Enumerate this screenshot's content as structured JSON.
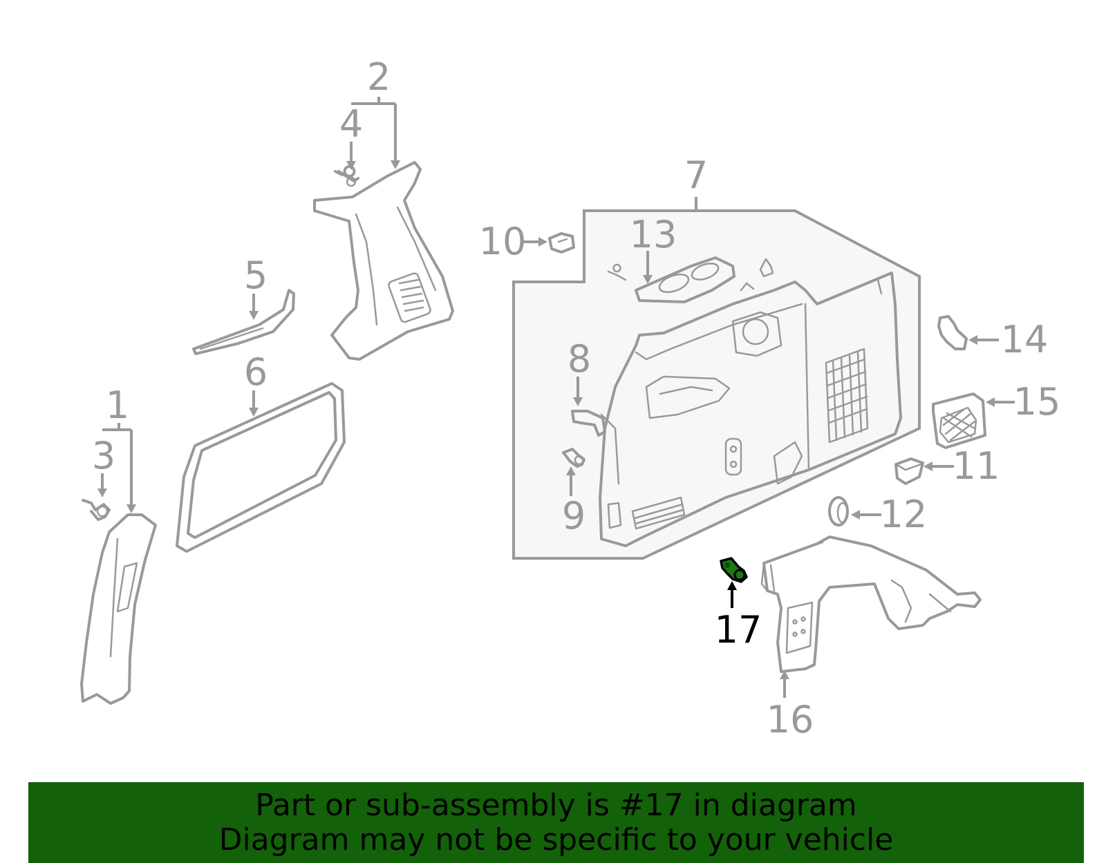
{
  "callouts": [
    {
      "id": "1",
      "label": "1"
    },
    {
      "id": "2",
      "label": "2"
    },
    {
      "id": "3",
      "label": "3"
    },
    {
      "id": "4",
      "label": "4"
    },
    {
      "id": "5",
      "label": "5"
    },
    {
      "id": "6",
      "label": "6"
    },
    {
      "id": "7",
      "label": "7"
    },
    {
      "id": "8",
      "label": "8"
    },
    {
      "id": "9",
      "label": "9"
    },
    {
      "id": "10",
      "label": "10"
    },
    {
      "id": "11",
      "label": "11"
    },
    {
      "id": "12",
      "label": "12"
    },
    {
      "id": "13",
      "label": "13"
    },
    {
      "id": "14",
      "label": "14"
    },
    {
      "id": "15",
      "label": "15"
    },
    {
      "id": "16",
      "label": "16"
    },
    {
      "id": "17",
      "label": "17"
    }
  ],
  "highlighted_part": "17",
  "colors": {
    "line_art": "#999999",
    "highlight_text": "#000000",
    "highlight_part": "#1a7a12",
    "banner_background": "#136209",
    "banner_text": "#000000",
    "assembly_fill": "#f7f7f7"
  },
  "banner": {
    "line1": "Part or sub-assembly is #17 in diagram",
    "line2": "Diagram may not be specific to your vehicle"
  }
}
